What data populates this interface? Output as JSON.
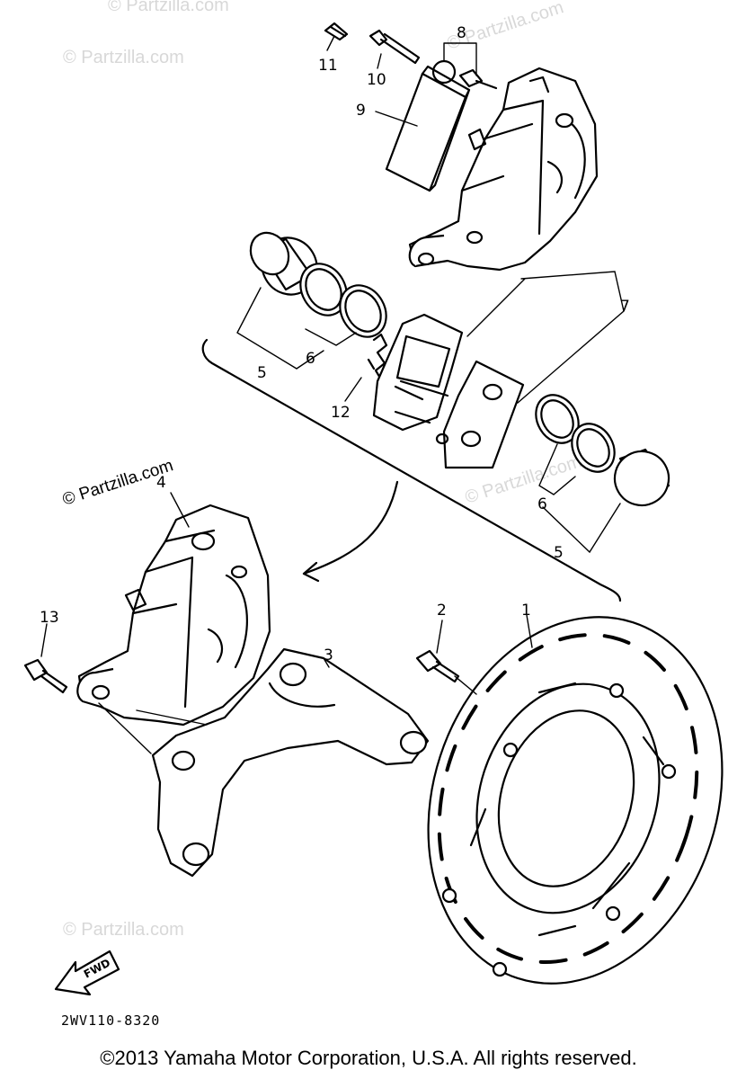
{
  "callouts": {
    "c1": "1",
    "c2": "2",
    "c3": "3",
    "c4": "4",
    "c5a": "5",
    "c5b": "5",
    "c6a": "6",
    "c6b": "6",
    "c7": "7",
    "c8": "8",
    "c9": "9",
    "c10": "10",
    "c11": "11",
    "c12": "12",
    "c13": "13"
  },
  "watermark": "© Partzilla.com",
  "fwd_label": "FWD",
  "catalog_code": "2WV110-8320",
  "copyright": "©2013 Yamaha Motor Corporation, U.S.A. All rights reserved."
}
